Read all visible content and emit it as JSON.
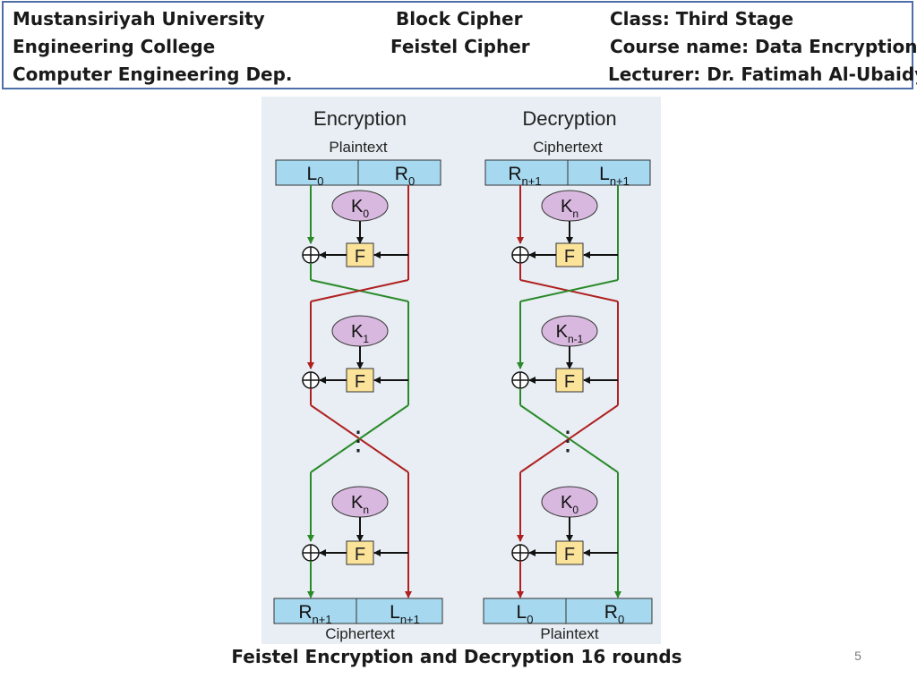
{
  "header": {
    "university": "Mustansiriyah University",
    "college": "Engineering College",
    "department": "Computer Engineering Dep.",
    "topic": "Block Cipher",
    "subtopic": "Feistel Cipher",
    "class_label": "Class: Third Stage",
    "course_label": "Course name: Data Encryption",
    "lecturer_label": "Lecturer: Dr. Fatimah Al-Ubaidy"
  },
  "diagram": {
    "colors": {
      "box_fill": "#a6d8f0",
      "key_fill": "#d9b8df",
      "func_fill": "#fbe39a",
      "red": "#b02020",
      "green": "#2a8a2a",
      "background": "#e8eef3"
    },
    "encryption": {
      "title": "Encryption",
      "input_label": "Plaintext",
      "input_left": "L0",
      "input_right": "R0",
      "keys": [
        "K0",
        "K1",
        "Kn"
      ],
      "output_left": "Rn+1",
      "output_right": "Ln+1",
      "output_label": "Ciphertext"
    },
    "decryption": {
      "title": "Decryption",
      "input_label": "Ciphertext",
      "input_left": "Rn+1",
      "input_right": "Ln+1",
      "keys": [
        "Kn",
        "Kn-1",
        "K0"
      ],
      "output_left": "L0",
      "output_right": "R0",
      "output_label": "Plaintext"
    },
    "function_label": "F",
    "ellipsis": "⋮"
  },
  "caption": "Feistel Encryption and Decryption 16 rounds",
  "page_number": "5"
}
